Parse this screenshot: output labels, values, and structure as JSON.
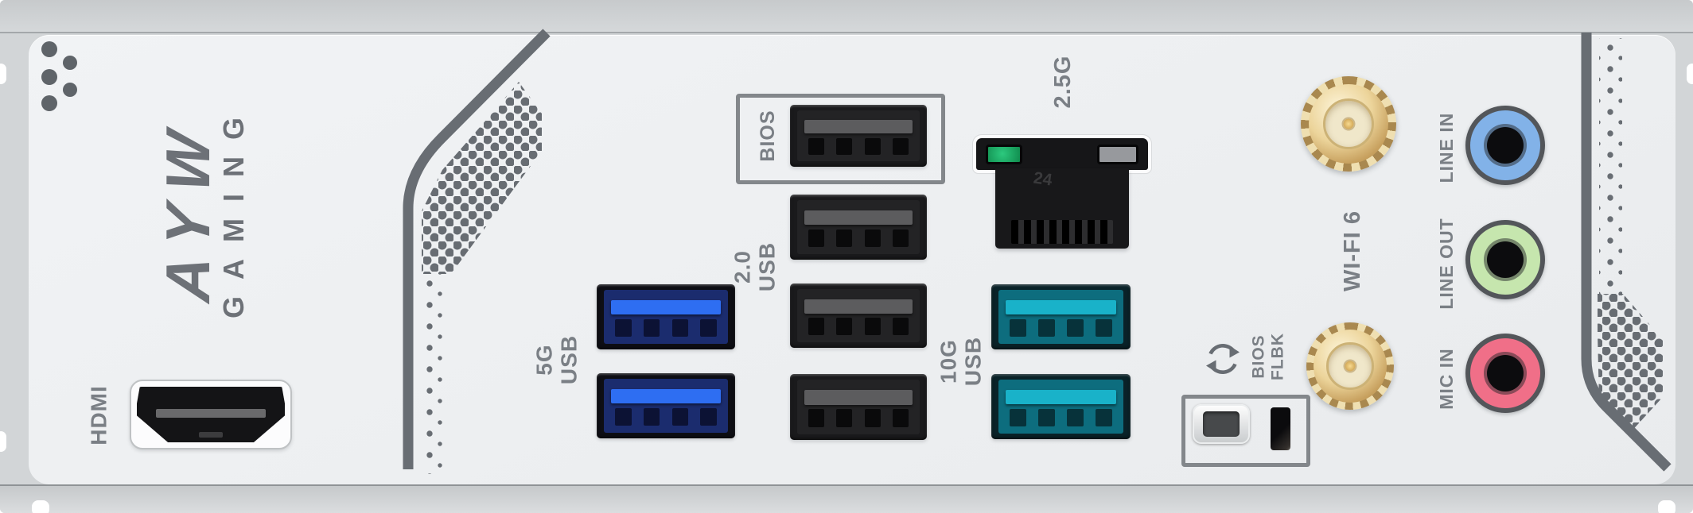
{
  "brand": {
    "title": "AYW",
    "subtitle": "GAMING"
  },
  "io_panel": {
    "hdmi": {
      "label": "HDMI"
    },
    "bios_usb": {
      "label": "BIOS"
    },
    "usb2": {
      "speed": "2.0",
      "type": "USB"
    },
    "usb5g": {
      "speed": "5G",
      "type": "USB"
    },
    "usb10g": {
      "speed": "10G",
      "type": "USB"
    },
    "ethernet": {
      "label": "2.5G",
      "molding": "24"
    },
    "wifi": {
      "label": "WI-FI 6"
    },
    "bios_flashback": {
      "line1": "BIOS",
      "line2": "FLBK"
    },
    "audio": {
      "line_in": "LINE IN",
      "line_out": "LINE OUT",
      "mic_in": "MIC IN"
    },
    "icons": {
      "bios_flashback": "refresh-circular-arrows-icon"
    },
    "colors": {
      "shield_panel": "#eff1f3",
      "decor_gray": "#686d73",
      "label_text": "#7a7f85",
      "usb2_port": "#1a1a1c",
      "usb5g_tongue": "#2e6ef2",
      "usb10g_tongue": "#19b2c9",
      "ethernet_led_active": "#17a55e",
      "ethernet_led_idle": "#97999d",
      "wifi_connector_gold": "#e8d4a0",
      "audio_line_in": "#82b2e8",
      "audio_line_out": "#c6e6ae",
      "audio_mic_in": "#f06f88"
    }
  }
}
